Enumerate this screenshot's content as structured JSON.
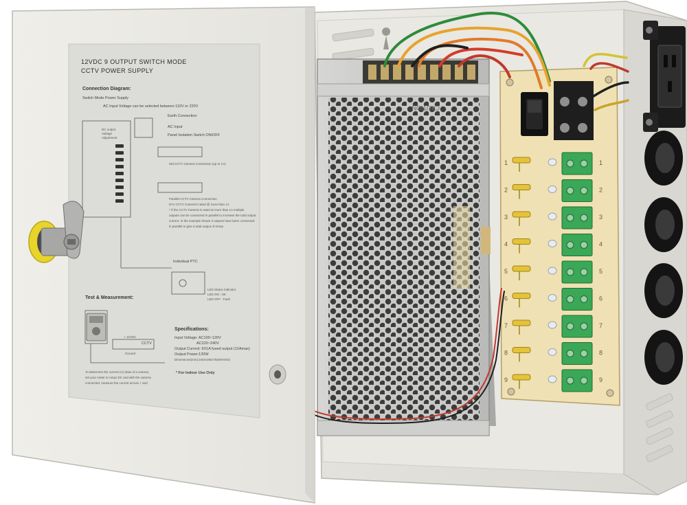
{
  "label_sheet": {
    "title_line1": "12VDC 9 OUTPUT SWITCH MODE",
    "title_line2": "CCTV POWER SUPPLY",
    "connection_diagram": "Connection Diagram:",
    "switch_mode_ps": "Switch Mode Power Supply",
    "ac_input_voltage": "AC Input Voltage can be selected between 110V or 220V",
    "earth_connection": "Earth Connection",
    "ac_input": "AC Input",
    "panel_isolation": "Panel Isolation Switch ON/OFF",
    "dc_output_adj_1": "DC output",
    "dc_output_adj_2": "Voltage",
    "dc_output_adj_3": "Adjustment",
    "std_cctv_connection": "Std CCTV Camera Connection (up to 1A)",
    "parallel_cctv_1": "Parallel CCTV Camera Connection",
    "parallel_cctv_2": "(For CCTV Camera's rated @ more than 1A",
    "parallel_cctv_3": "* If the CCTV Camera is rated at more than 1A multiple",
    "parallel_cctv_4": "outputs can be connected in parallel to increase the total output",
    "parallel_cctv_5": "current. In the example shown 3 outputs have been connected",
    "parallel_cctv_6": "in parallel to give a total output of 3Amp",
    "individual_ptc": "Individual PTC",
    "led_status_1": "LED Status Indicator",
    "led_status_2": "LED ON  : OK",
    "led_status_3": "LED OFF : Fault",
    "test_measurement": "Test & Measurement:",
    "cctv": "CCTV",
    "ground": "Ground",
    "plus_12vdc": "+ 12VDC",
    "specifications": "Specifications:",
    "spec_input_1": "Input Voltage: AC100~120V",
    "spec_input_2": "AC220~240V",
    "spec_output_current": "Output Current: 9X1A fused output (12Amax)",
    "spec_output_power": "Output Power:120W",
    "spec_dimensions": "Dimensions(mm):245X195X75(WXHXD)",
    "indoor_use": "* For Indoor Use Only",
    "determine_1": "To determine the current (A) draw of a camera,",
    "determine_2": "set your meter to Amps DC and with the camera",
    "determine_3": "connected, measure the current across + and"
  },
  "board": {
    "channel_numbers": [
      "1",
      "2",
      "3",
      "4",
      "5",
      "6",
      "7",
      "8",
      "9"
    ],
    "psu_brand_text": "CAUTION"
  },
  "colors": {
    "enclosure": "#e6e4dd",
    "enclosure_shadow": "#c9c7c0",
    "label_sheet": "#dcdcd8",
    "psu_metal": "#c8c8c6",
    "pcb": "#efe1b4",
    "terminal_green": "#3aa856",
    "lock_yellow": "#e8d42a",
    "grommet": "#1e1e1e"
  }
}
